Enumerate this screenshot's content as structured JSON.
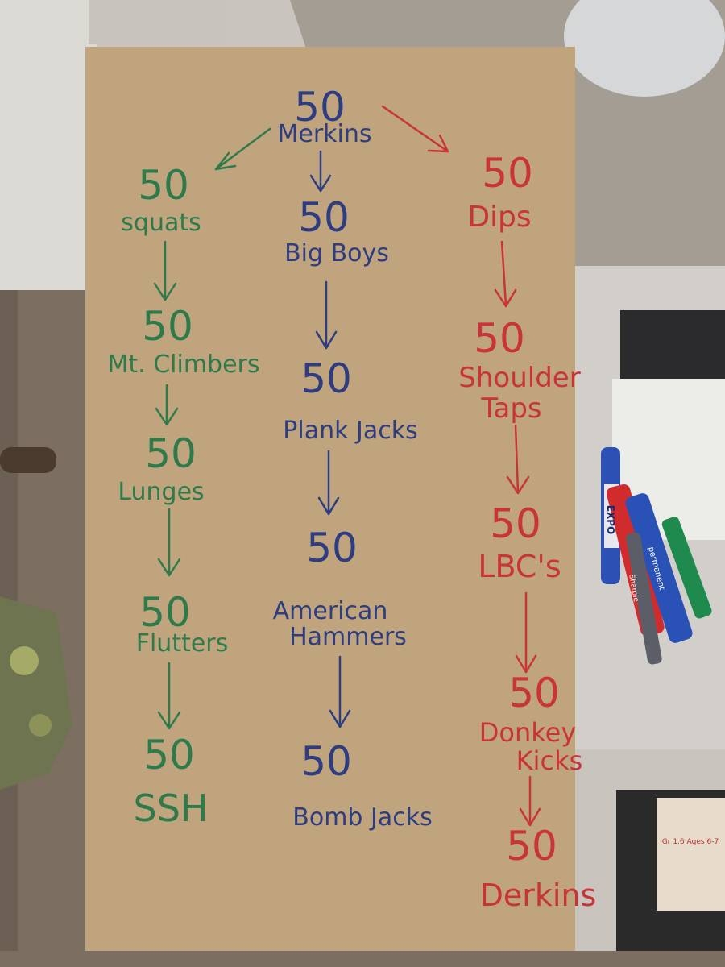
{
  "top": {
    "count": "50",
    "name": "Merkins"
  },
  "columns": {
    "left": [
      {
        "count": "50",
        "name": "squats"
      },
      {
        "count": "50",
        "name": "Mt. Climbers"
      },
      {
        "count": "50",
        "name": "Lunges"
      },
      {
        "count": "50",
        "name": "Flutters"
      },
      {
        "count": "50",
        "name": "SSH"
      }
    ],
    "middle": [
      {
        "count": "50",
        "name": "Big Boys"
      },
      {
        "count": "50",
        "name": "Plank Jacks"
      },
      {
        "count": "50",
        "name": "American"
      },
      {
        "count": "",
        "name": "Hammers"
      },
      {
        "count": "50",
        "name": "Bomb Jacks"
      }
    ],
    "right": [
      {
        "count": "50",
        "name": "Dips"
      },
      {
        "count": "50",
        "name": "Shoulder"
      },
      {
        "count": "",
        "name": "Taps"
      },
      {
        "count": "50",
        "name": "LBC's"
      },
      {
        "count": "50",
        "name": "Donkey"
      },
      {
        "count": "",
        "name": "Kicks"
      },
      {
        "count": "50",
        "name": "Derkins"
      }
    ]
  },
  "markers": {
    "expo_label": "EXPO",
    "sharpie_label": "Sharpie",
    "permanent_label": "permanent",
    "notebook_text": "Gr 1.6 Ages 6-7"
  },
  "colors": {
    "green": "#2f7a4b",
    "blue": "#2d3d80",
    "red": "#c8343a",
    "cardboard": "#c0a47d"
  }
}
